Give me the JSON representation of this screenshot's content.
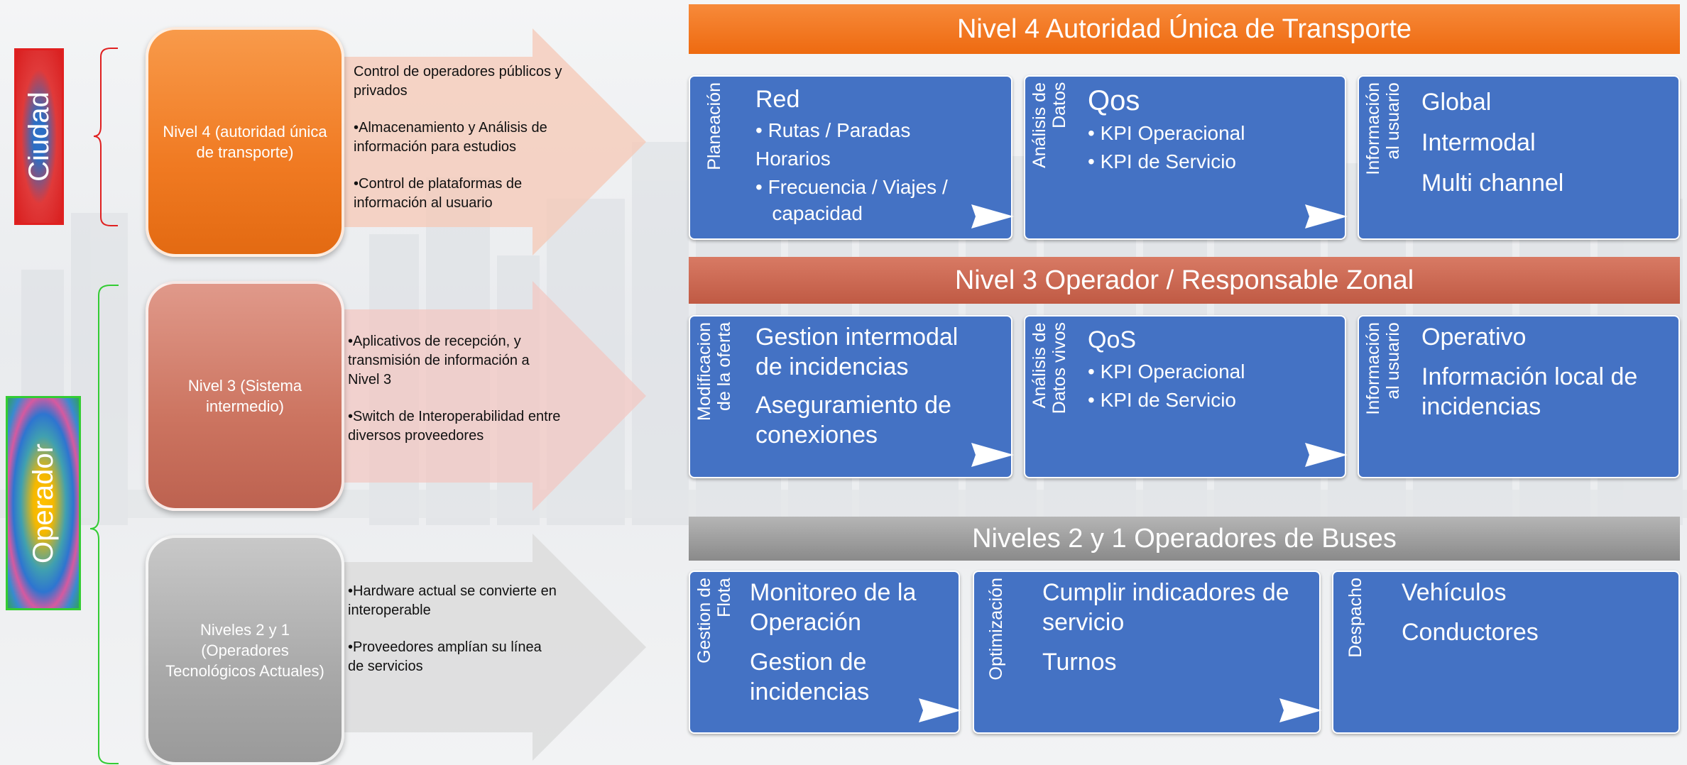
{
  "side": {
    "ciudad": "Ciudad",
    "operador": "Operador"
  },
  "levels": {
    "lvl4": "Nivel 4 (autoridad única de transporte)",
    "lvl3": "Nivel 3 (Sistema intermedio)",
    "lvl21": "Niveles 2 y 1 (Operadores Tecnológicos Actuales)"
  },
  "descriptions": {
    "lvl4": [
      "Control de operadores públicos y privados",
      "•Almacenamiento y Análisis de información para estudios",
      "•Control de plataformas de información al usuario"
    ],
    "lvl3": [
      "•Aplicativos de recepción, y transmisión de información a Nivel 3",
      "•Switch de Interoperabilidad entre diversos proveedores"
    ],
    "lvl21": [
      "•Hardware  actual se convierte en interoperable",
      "•Proveedores amplían su línea de servicios"
    ]
  },
  "banners": {
    "b4": "Nivel 4 Autoridad Única de Transporte",
    "b3": "Nivel 3 Operador / Responsable Zonal",
    "b21": "Niveles  2 y 1 Operadores de Buses"
  },
  "cards": {
    "c41": {
      "label": "Planeación",
      "title": "Red",
      "items": [
        "• Rutas / Paradas",
        "Horarios",
        "• Frecuencia / Viajes /",
        "   capacidad"
      ]
    },
    "c42": {
      "label": "Análisis de\nDatos",
      "title": "Qos",
      "items": [
        "• KPI Operacional",
        "• KPI de Servicio"
      ]
    },
    "c43": {
      "label": "Información\nal usuario",
      "items": [
        "Global",
        "Intermodal",
        "Multi channel"
      ]
    },
    "c31": {
      "label": "Modificacion\nde la oferta",
      "items": [
        "Gestion intermodal",
        "de incidencias",
        "Aseguramiento de",
        "conexiones"
      ]
    },
    "c32": {
      "label": "Análisis de\nDatos vivos",
      "title": "QoS",
      "items": [
        "• KPI Operacional",
        "• KPI de Servicio"
      ]
    },
    "c33": {
      "label": "Información\nal usuario",
      "items": [
        "Operativo",
        "Información local de",
        "incidencias"
      ]
    },
    "c21": {
      "label": "Gestion de\nFlota",
      "items": [
        "Monitoreo de la",
        "Operación",
        "Gestion de",
        "incidencias"
      ]
    },
    "c22": {
      "label": "Optimización",
      "items": [
        "Cumplir indicadores de",
        "servicio",
        "Turnos"
      ]
    },
    "c23": {
      "label": "Despacho",
      "items": [
        "Vehículos",
        "Conductores"
      ]
    }
  },
  "colors": {
    "orange": "#f07a22",
    "salmon": "#cc7460",
    "gray": "#a9a9a9",
    "blue": "#4472c4",
    "ciudad_border": "#e02020",
    "operador_border": "#33cc33"
  }
}
